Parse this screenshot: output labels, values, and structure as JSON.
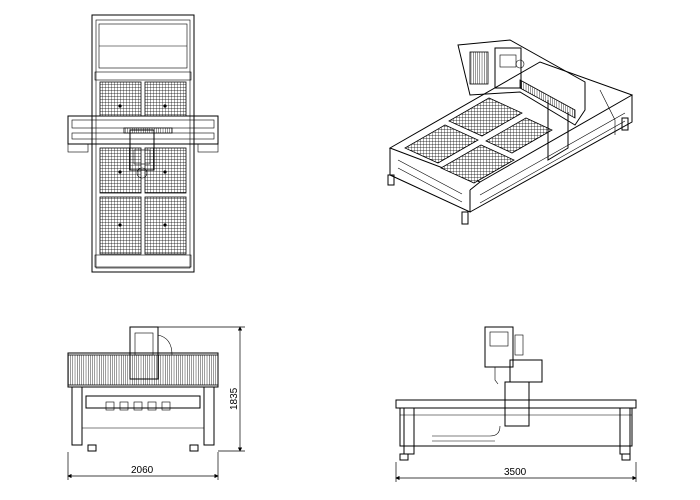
{
  "dimensions": {
    "front_width": "2060",
    "side_length": "3500",
    "height": "1835"
  },
  "colors": {
    "line": "#000000",
    "background": "#ffffff"
  }
}
